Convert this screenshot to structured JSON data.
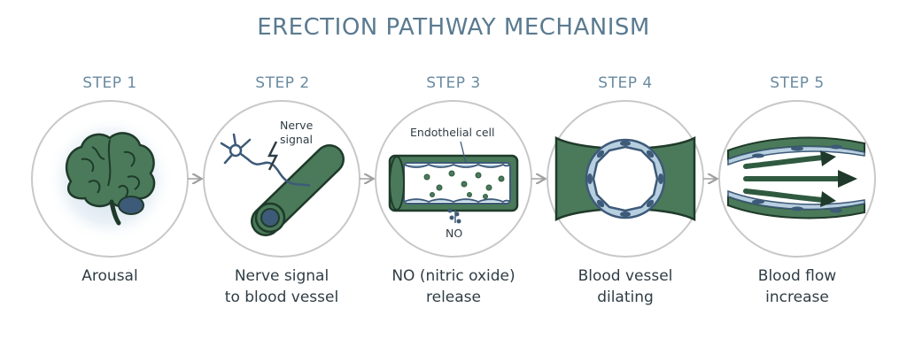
{
  "title": "ERECTION PATHWAY MECHANISM",
  "steps": [
    {
      "label": "STEP 1",
      "caption": [
        "Arousal"
      ]
    },
    {
      "label": "STEP 2",
      "caption": [
        "Nerve signal",
        "to blood vessel"
      ],
      "annotation": [
        "Nerve",
        "signal"
      ]
    },
    {
      "label": "STEP 3",
      "caption": [
        "NO (nitric oxide)",
        "release"
      ],
      "annotation": "Endothelial cell",
      "molecule": "NO"
    },
    {
      "label": "STEP 4",
      "caption": [
        "Blood vessel",
        "dilating"
      ]
    },
    {
      "label": "STEP 5",
      "caption": [
        "Blood flow",
        "increase"
      ]
    }
  ],
  "colors": {
    "vessel_green": "#4a7a5a",
    "vessel_dark": "#2f5a40",
    "blue_cell": "#3d5a78",
    "light_blue": "#b8cfe0",
    "circle_stroke": "#c8c8c8",
    "arrow_gray": "#a0a0a0"
  }
}
